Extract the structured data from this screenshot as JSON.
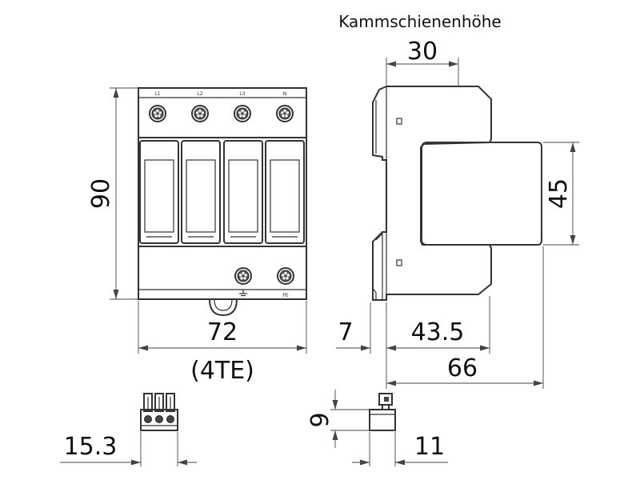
{
  "diagram": {
    "label_height_title": "Kammschienenhöhe",
    "front": {
      "terminals": [
        "L1",
        "L2",
        "L3",
        "N"
      ],
      "pe_label": "PE",
      "dim_height": "90",
      "dim_width": "72",
      "dim_width_units": "(4TE)"
    },
    "side": {
      "dim_comb_rail": "30",
      "dim_cover_height": "45",
      "dim_offset": "7",
      "dim_body": "43.5",
      "dim_total": "66"
    },
    "accessory_connector": {
      "dim_width": "15.3"
    },
    "accessory_clip": {
      "dim_height": "9",
      "dim_width": "11"
    }
  }
}
